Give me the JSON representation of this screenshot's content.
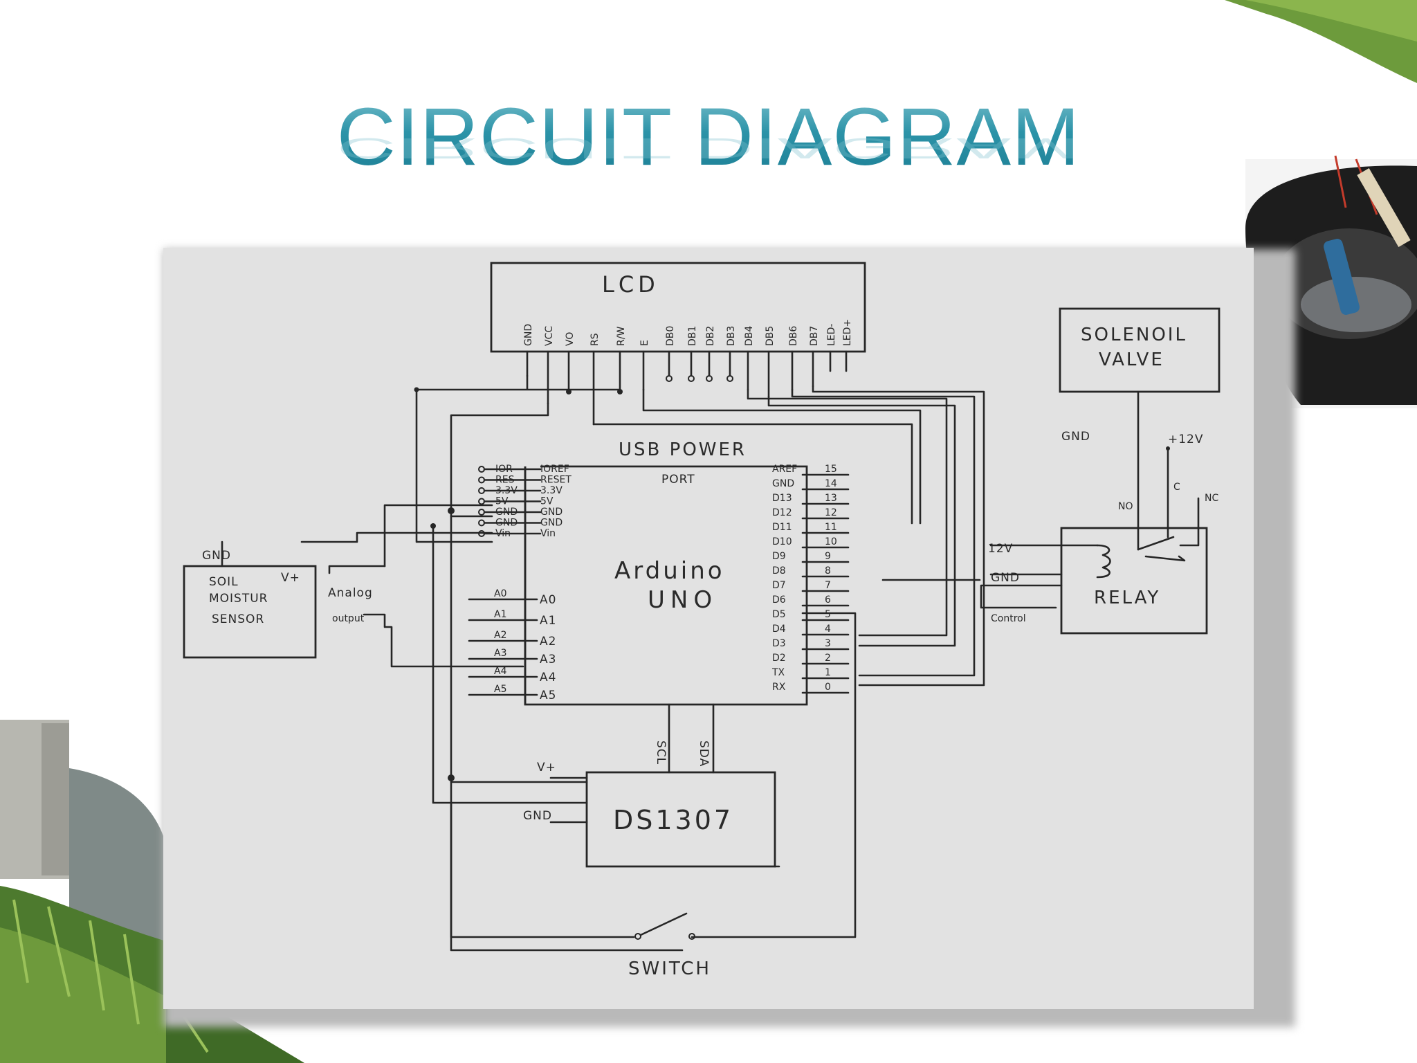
{
  "title": "CIRCUIT DIAGRAM",
  "colors": {
    "title": "#2c93a8",
    "paper": "#e2e2e2",
    "ink": "#262626"
  },
  "diagram": {
    "lcd": {
      "label": "LCD",
      "pins": [
        "GND",
        "VCC",
        "VO",
        "RS",
        "R/W",
        "E",
        "DB0",
        "DB1",
        "DB2",
        "DB3",
        "DB4",
        "DB5",
        "DB6",
        "DB7",
        "LED-",
        "LED+"
      ]
    },
    "arduino": {
      "name_line1": "Arduino",
      "name_line2": "UNO",
      "usb_line1": "USB POWER",
      "usb_line2": "PORT",
      "left_header": [
        "IOR",
        "RES",
        "3.3V",
        "5V",
        "GND",
        "GND",
        "Vin"
      ],
      "left_inner": [
        "IOREF",
        "RESET",
        "3.3V",
        "5V",
        "GND",
        "GND",
        "Vin"
      ],
      "analog_outer": [
        "A0",
        "A1",
        "A2",
        "A3",
        "A4",
        "A5"
      ],
      "analog_inner": [
        "A0",
        "A1",
        "A2",
        "A3",
        "A4",
        "A5"
      ],
      "right_inner": [
        "AREF",
        "GND",
        "D13",
        "D12",
        "D11",
        "D10",
        "D9",
        "D8",
        "D7",
        "D6",
        "D5",
        "D4",
        "D3",
        "D2",
        "TX",
        "RX"
      ],
      "right_numbers": [
        "15",
        "14",
        "13",
        "12",
        "11",
        "10",
        "9",
        "8",
        "7",
        "6",
        "5",
        "4",
        "3",
        "2",
        "1",
        "0"
      ],
      "bottom_pins": [
        "SCL",
        "SDA"
      ]
    },
    "soil_sensor": {
      "line1": "SOIL",
      "line2": "MOISTUR",
      "line3": "SENSOR",
      "vplus": "V+",
      "gnd": "GND",
      "analog": "Analog",
      "output": "output"
    },
    "rtc": {
      "label": "DS1307",
      "vplus": "V+",
      "gnd": "GND"
    },
    "switch": {
      "label": "SWITCH"
    },
    "solenoid": {
      "line1": "SOLENOIL",
      "line2": "VALVE",
      "gnd": "GND",
      "supply": "+12V"
    },
    "relay": {
      "label": "RELAY",
      "no": "NO",
      "c": "C",
      "nc": "NC",
      "supply": "12V",
      "gnd": "GND",
      "control": "Control"
    }
  }
}
